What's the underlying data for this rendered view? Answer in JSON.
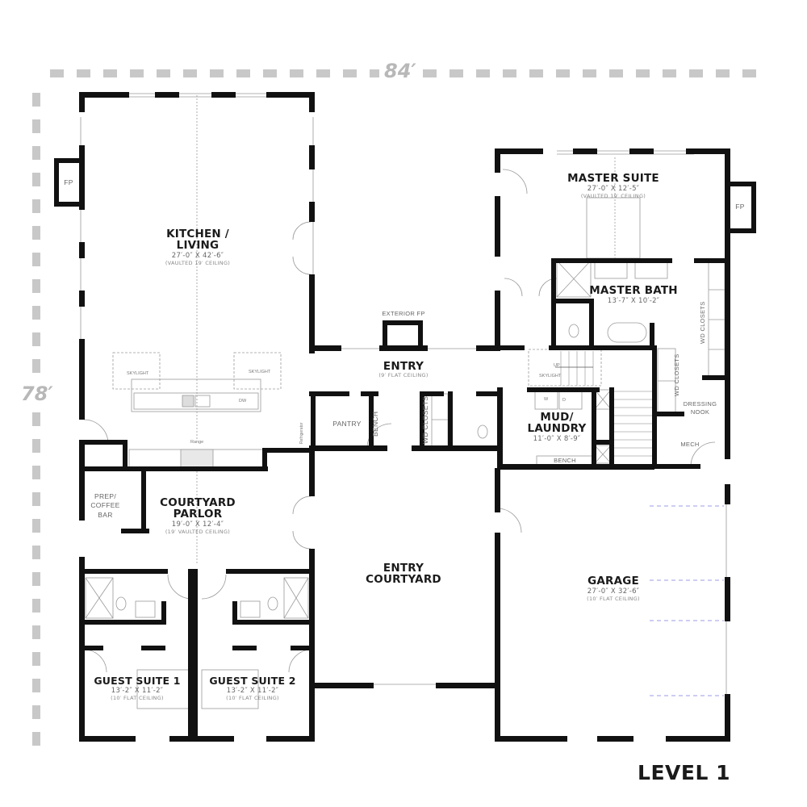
{
  "plan": {
    "level_title": "LEVEL 1",
    "overall_width": "84′",
    "overall_depth": "78′",
    "colors": {
      "wall": "#111111",
      "dimension_bar": "#c8c8c8",
      "garage_door_dash": "#7b7be0",
      "fixture_line": "#999999"
    }
  },
  "rooms": {
    "kitchen_living": {
      "name_line1": "KITCHEN /",
      "name_line2": "LIVING",
      "size": "27′-0″ X 42′-6″",
      "ceiling": "(VAULTED 19′ CEILING)"
    },
    "master_suite": {
      "name": "MASTER SUITE",
      "size": "27′-0″ X 12′-5″",
      "ceiling": "(VAULTED 19′ CEILING)"
    },
    "master_bath": {
      "name": "MASTER BATH",
      "size": "13′-7″ X 10′-2″"
    },
    "entry": {
      "name": "ENTRY",
      "ceiling": "(9′ FLAT CEILING)"
    },
    "mud_laundry": {
      "name_line1": "MUD/",
      "name_line2": "LAUNDRY",
      "size": "11′-0″ X 8′-9″"
    },
    "courtyard_parlor": {
      "name_line1": "COURTYARD",
      "name_line2": "PARLOR",
      "size": "19′-0″ X 12′-4″",
      "ceiling": "(19′ VAULTED CEILING)"
    },
    "entry_courtyard": {
      "name_line1": "ENTRY",
      "name_line2": "COURTYARD"
    },
    "garage": {
      "name": "GARAGE",
      "size": "27′-0″ X 32′-6″",
      "ceiling": "(10′ FLAT CEILING)"
    },
    "guest_suite_1": {
      "name": "GUEST SUITE 1",
      "size": "13′-2″ X 11′-2″",
      "ceiling": "(10′ FLAT CEILING)"
    },
    "guest_suite_2": {
      "name": "GUEST SUITE 2",
      "size": "13′-2″ X 11′-2″",
      "ceiling": "(10′ FLAT CEILING)"
    }
  },
  "annotations": {
    "fp_left": "FP",
    "fp_right": "FP",
    "exterior_fp": "EXTERIOR FP",
    "pantry": "PANTRY",
    "bench_entry": "BENCH",
    "wd_closets_entry": "WD CLOSETS",
    "wd_closets_master": "WD CLOSETS",
    "wd_closets_dressing": "WD CLOSETS",
    "dressing_nook_line1": "DRESSING",
    "dressing_nook_line2": "NOOK",
    "mech": "MECH",
    "bench_mud": "BENCH",
    "prep_line1": "PREP/",
    "prep_line2": "COFFEE",
    "prep_line3": "BAR",
    "skylight_left": "SKYLIGHT",
    "skylight_right": "SKYLIGHT",
    "skylight_stair": "SKYLIGHT",
    "stair_up": "UP",
    "range": "Range",
    "dishwasher": "DW",
    "refrigerator": "Refrigerator",
    "washer": "W",
    "dryer": "D"
  }
}
